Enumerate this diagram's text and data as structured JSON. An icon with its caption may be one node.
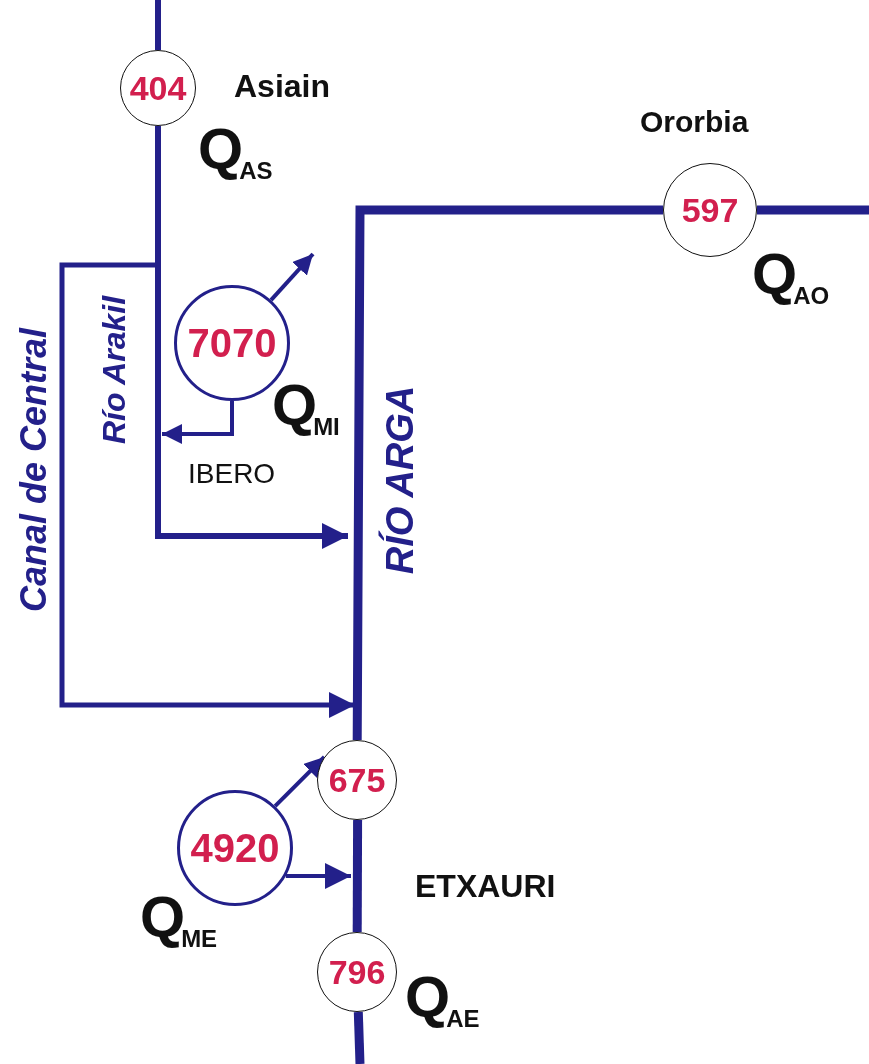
{
  "diagram": {
    "nodes": [
      {
        "text": [
          "404"
        ],
        "beside": [
          "Asiain"
        ]
      },
      {
        "text": [
          "597"
        ],
        "beside": [
          "Ororbia"
        ]
      },
      {
        "text": [
          "7070"
        ]
      },
      {
        "text": [
          "675"
        ]
      },
      {
        "text": [
          "4920"
        ]
      },
      {
        "text": [
          "796"
        ]
      }
    ],
    "edges": [
      {
        "from": null,
        "to": 0,
        "arrow": "none"
      },
      {
        "from": 0,
        "to": null,
        "arrow": "to"
      },
      {
        "from": 1,
        "to": null,
        "arrow": "none"
      },
      {
        "from": 1,
        "to": 3,
        "arrow": "none"
      },
      {
        "from": 2,
        "to": null,
        "arrow": "to"
      },
      {
        "from": 2,
        "to": null,
        "arrow": "to"
      },
      {
        "from": 4,
        "to": 3,
        "arrow": "to"
      },
      {
        "from": 4,
        "to": null,
        "arrow": "to"
      },
      {
        "from": 3,
        "to": 5,
        "arrow": "none"
      },
      {
        "from": 5,
        "to": null,
        "arrow": "none"
      }
    ],
    "labels": [
      "Q$_{AS}$",
      "Q$_{AO}$",
      "Canal de Central",
      "Río Arakil",
      "Q$_{MI}$",
      "IBERO",
      "RÍO ARGA",
      "ETXAURI",
      "Q$_{ME}$",
      "Q$_{AE}$"
    ]
  }
}
